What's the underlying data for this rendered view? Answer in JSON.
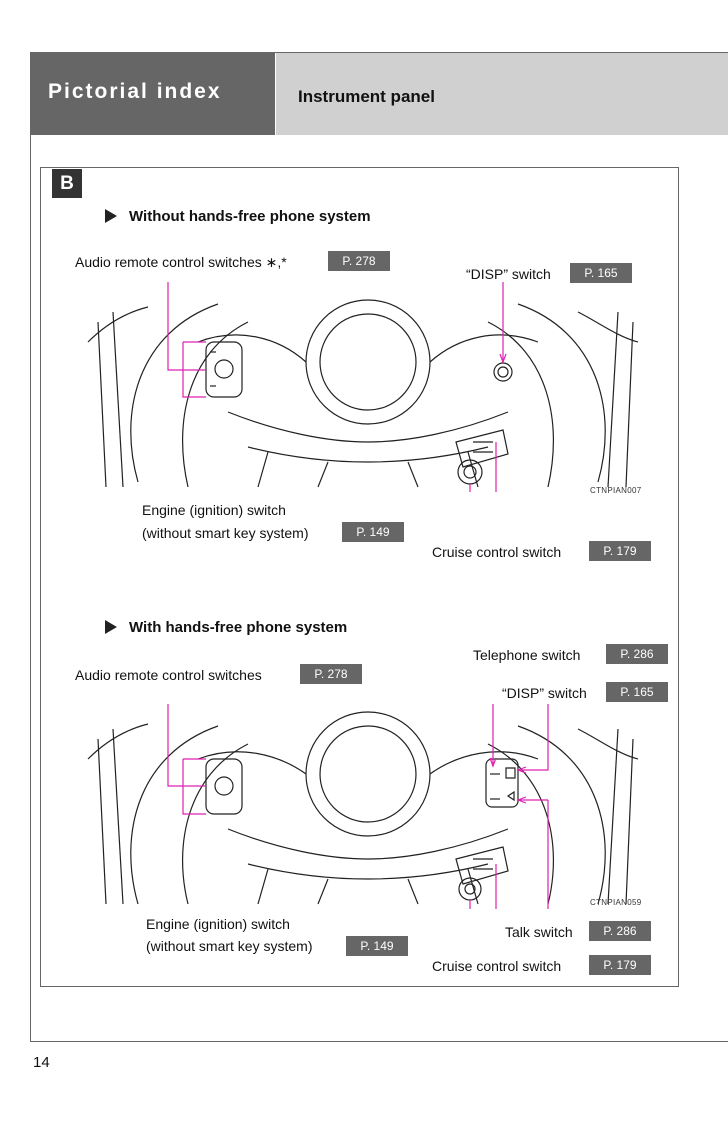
{
  "header": {
    "section": "Pictorial index",
    "title": "Instrument panel"
  },
  "badge": "B",
  "sections": [
    {
      "title": "Without hands-free phone system",
      "callouts": {
        "audio": {
          "label": "Audio remote control switches ∗,*",
          "ref": "P. 278"
        },
        "disp": {
          "label": "“DISP” switch",
          "ref": "P. 165"
        },
        "engine_line1": "Engine (ignition) switch",
        "engine_line2": "(without smart key system)",
        "engine_ref": "P. 149",
        "cruise": {
          "label": "Cruise control switch",
          "ref": "P. 179"
        }
      },
      "image_code": "CTNPIAN007"
    },
    {
      "title": "With hands-free phone system",
      "callouts": {
        "audio": {
          "label": "Audio remote control switches",
          "ref": "P. 278"
        },
        "telephone": {
          "label": "Telephone switch",
          "ref": "P. 286"
        },
        "disp": {
          "label": "“DISP” switch",
          "ref": "P. 165"
        },
        "engine_line1": "Engine (ignition) switch",
        "engine_line2": "(without smart key system)",
        "engine_ref": "P. 149",
        "talk": {
          "label": "Talk switch",
          "ref": "P. 286"
        },
        "cruise": {
          "label": "Cruise control switch",
          "ref": "P. 179"
        }
      },
      "image_code": "CTNPIAN059"
    }
  ],
  "page_number": "14",
  "colors": {
    "leader_line": "#e020b0",
    "dark_gray": "#666666",
    "light_gray": "#d0d0d0"
  }
}
